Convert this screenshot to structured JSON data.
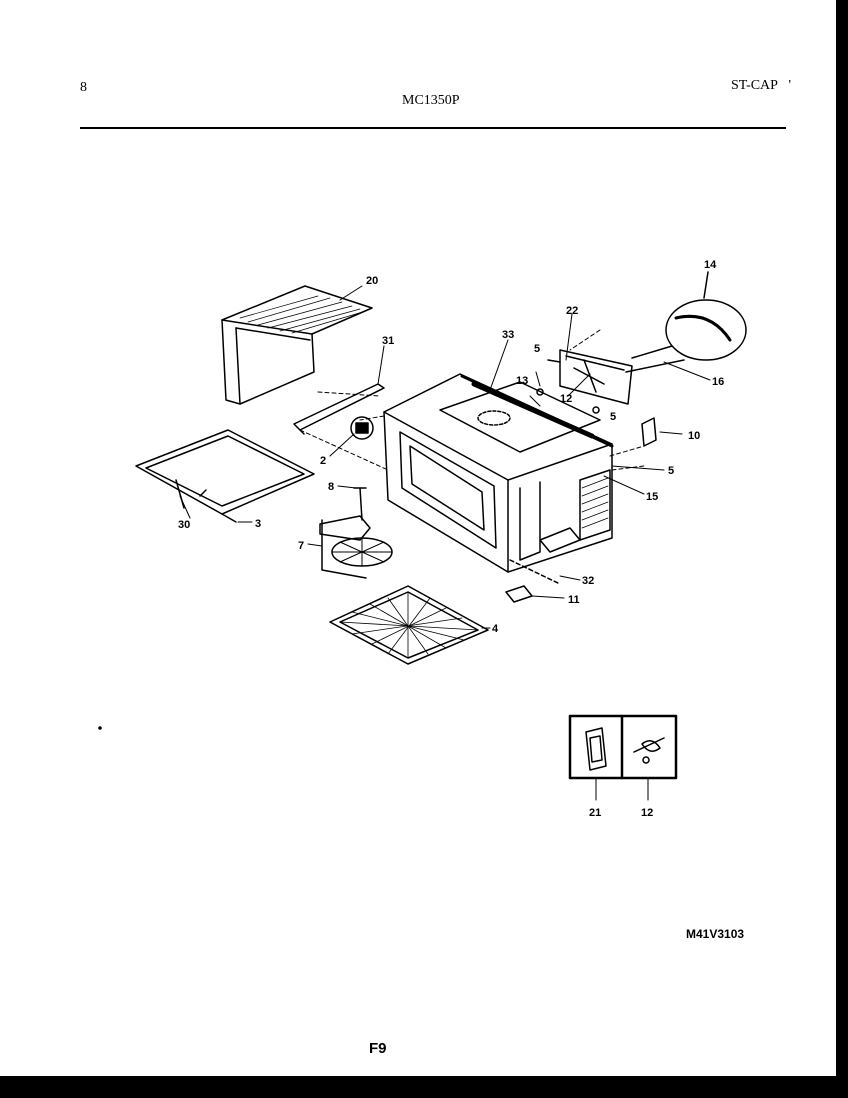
{
  "header": {
    "page_number": "8",
    "model": "MC1350P",
    "category": "ST-CAP",
    "tick": "'"
  },
  "callouts": {
    "c20": "20",
    "c31": "31",
    "c33": "33",
    "c22": "22",
    "c14": "14",
    "c5a": "5",
    "c13": "13",
    "c12a": "12",
    "c5b": "5",
    "c16": "16",
    "c10": "10",
    "c5c": "5",
    "c15": "15",
    "c2": "2",
    "c8": "8",
    "c30": "30",
    "c3": "3",
    "c7": "7",
    "c32": "32",
    "c11": "11",
    "c4": "4",
    "c21": "21",
    "c12b": "12"
  },
  "footer": {
    "figure_code": "M41V3103",
    "page_code": "F9"
  }
}
